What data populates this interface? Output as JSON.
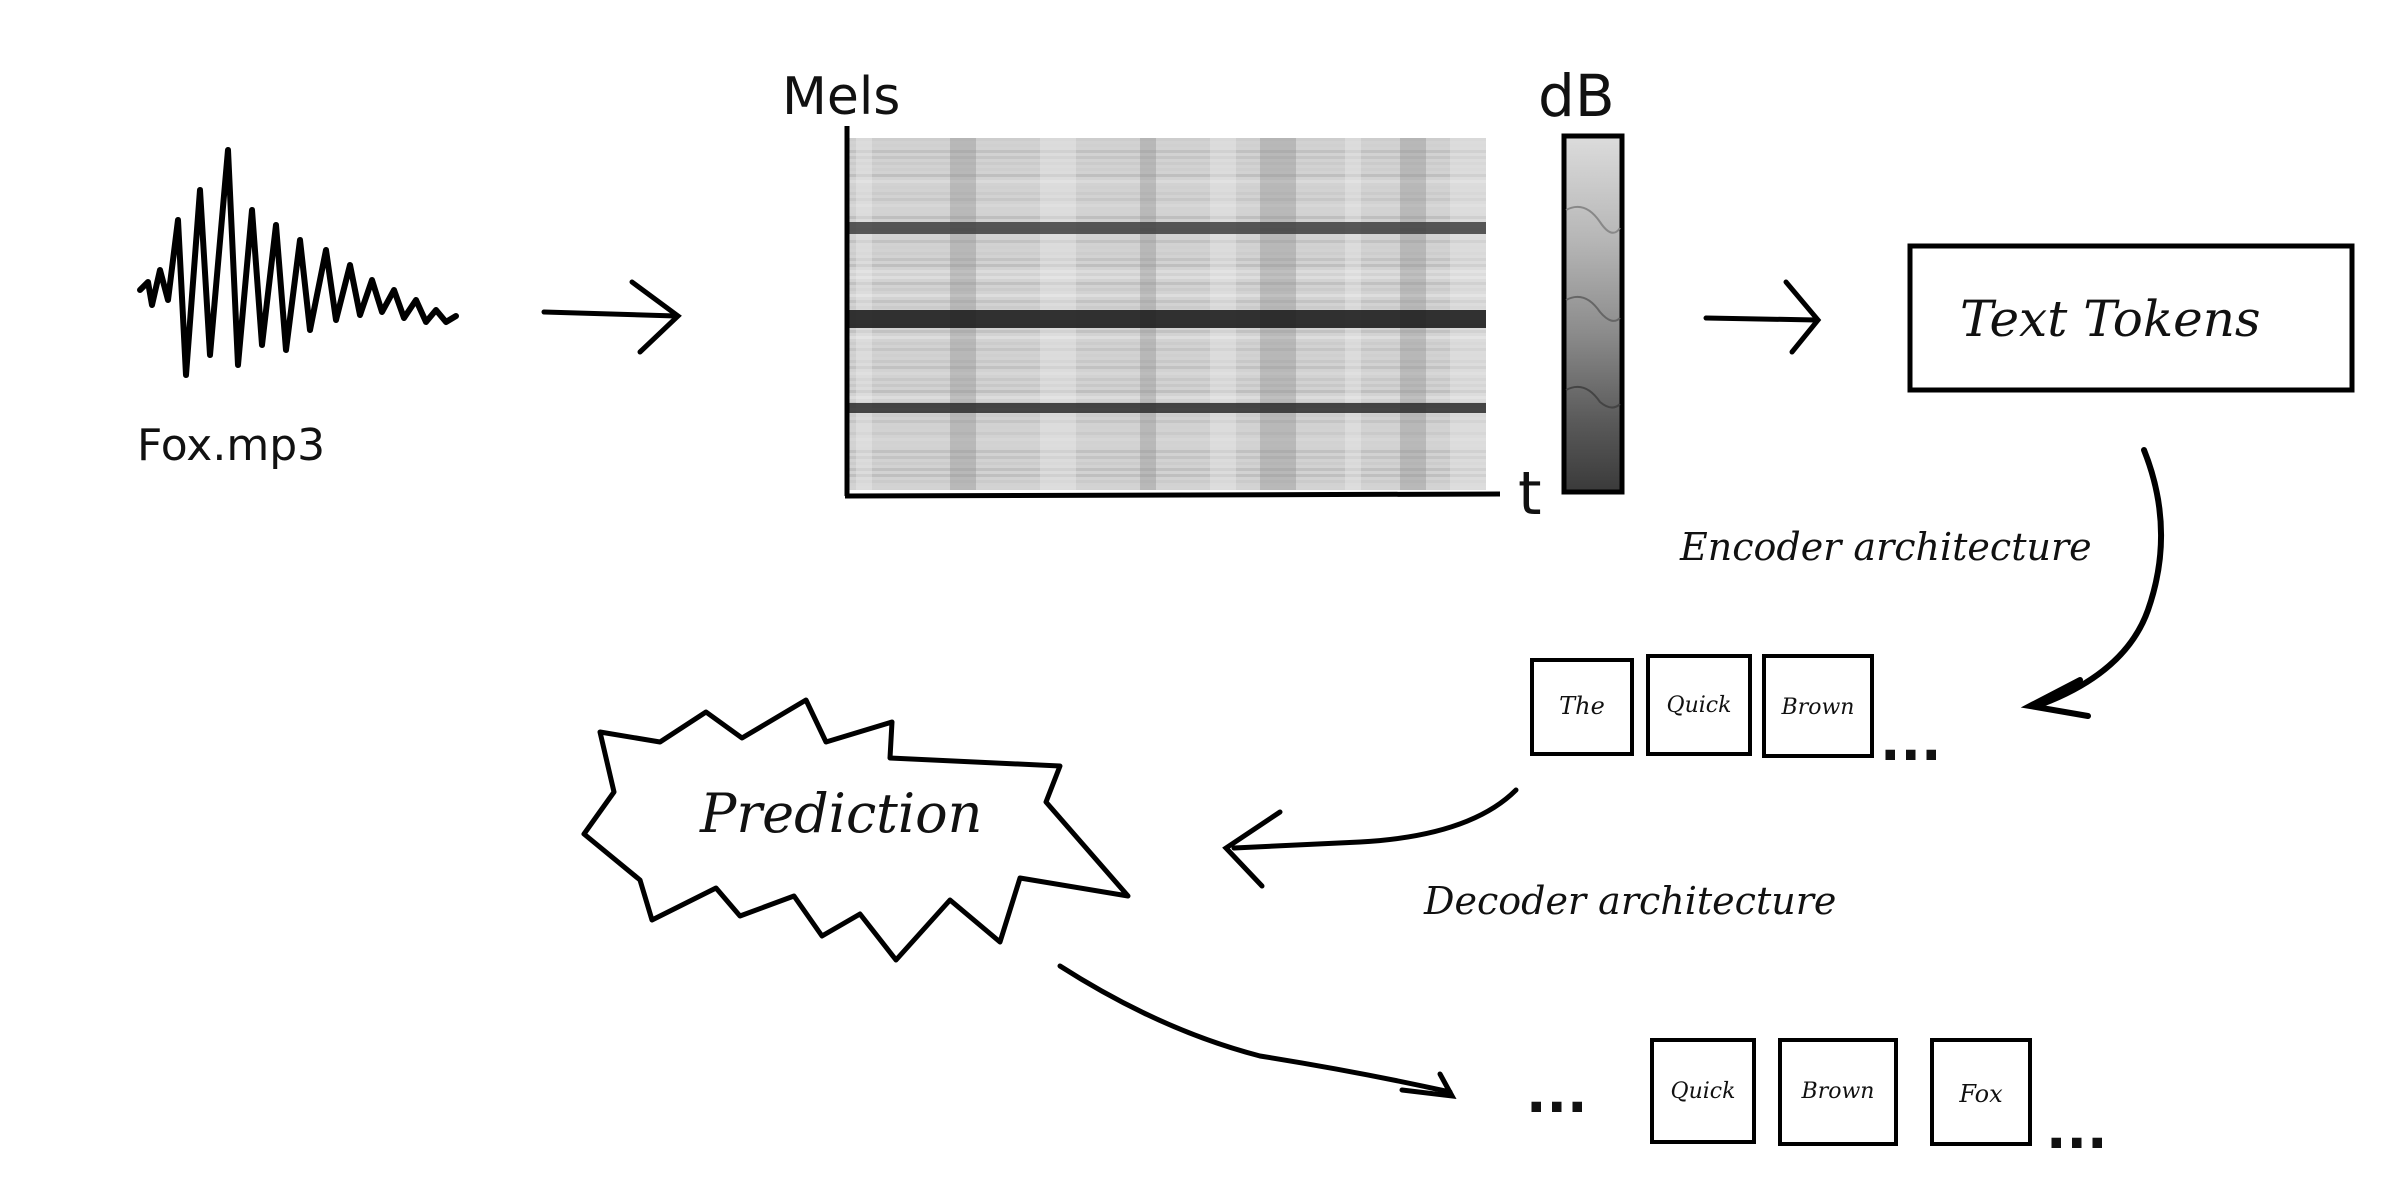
{
  "input": {
    "file_label": "Fox.mp3",
    "waveform_icon": "audio-waveform-icon"
  },
  "spectrogram": {
    "y_axis_label": "Mels",
    "x_axis_label": "t",
    "colorbar_label": "dB",
    "colors": {
      "dark": "#222222",
      "light": "#e6e6e6"
    }
  },
  "text_tokens_box": {
    "label": "Text Tokens"
  },
  "encoder": {
    "label": "Encoder architecture",
    "tokens": [
      "The",
      "Quick",
      "Brown"
    ],
    "ellipsis": "..."
  },
  "prediction": {
    "label": "Prediction"
  },
  "decoder": {
    "label": "Decoder architecture",
    "leading_ellipsis": "...",
    "tokens": [
      "Quick",
      "Brown",
      "Fox"
    ],
    "trailing_ellipsis": "..."
  }
}
